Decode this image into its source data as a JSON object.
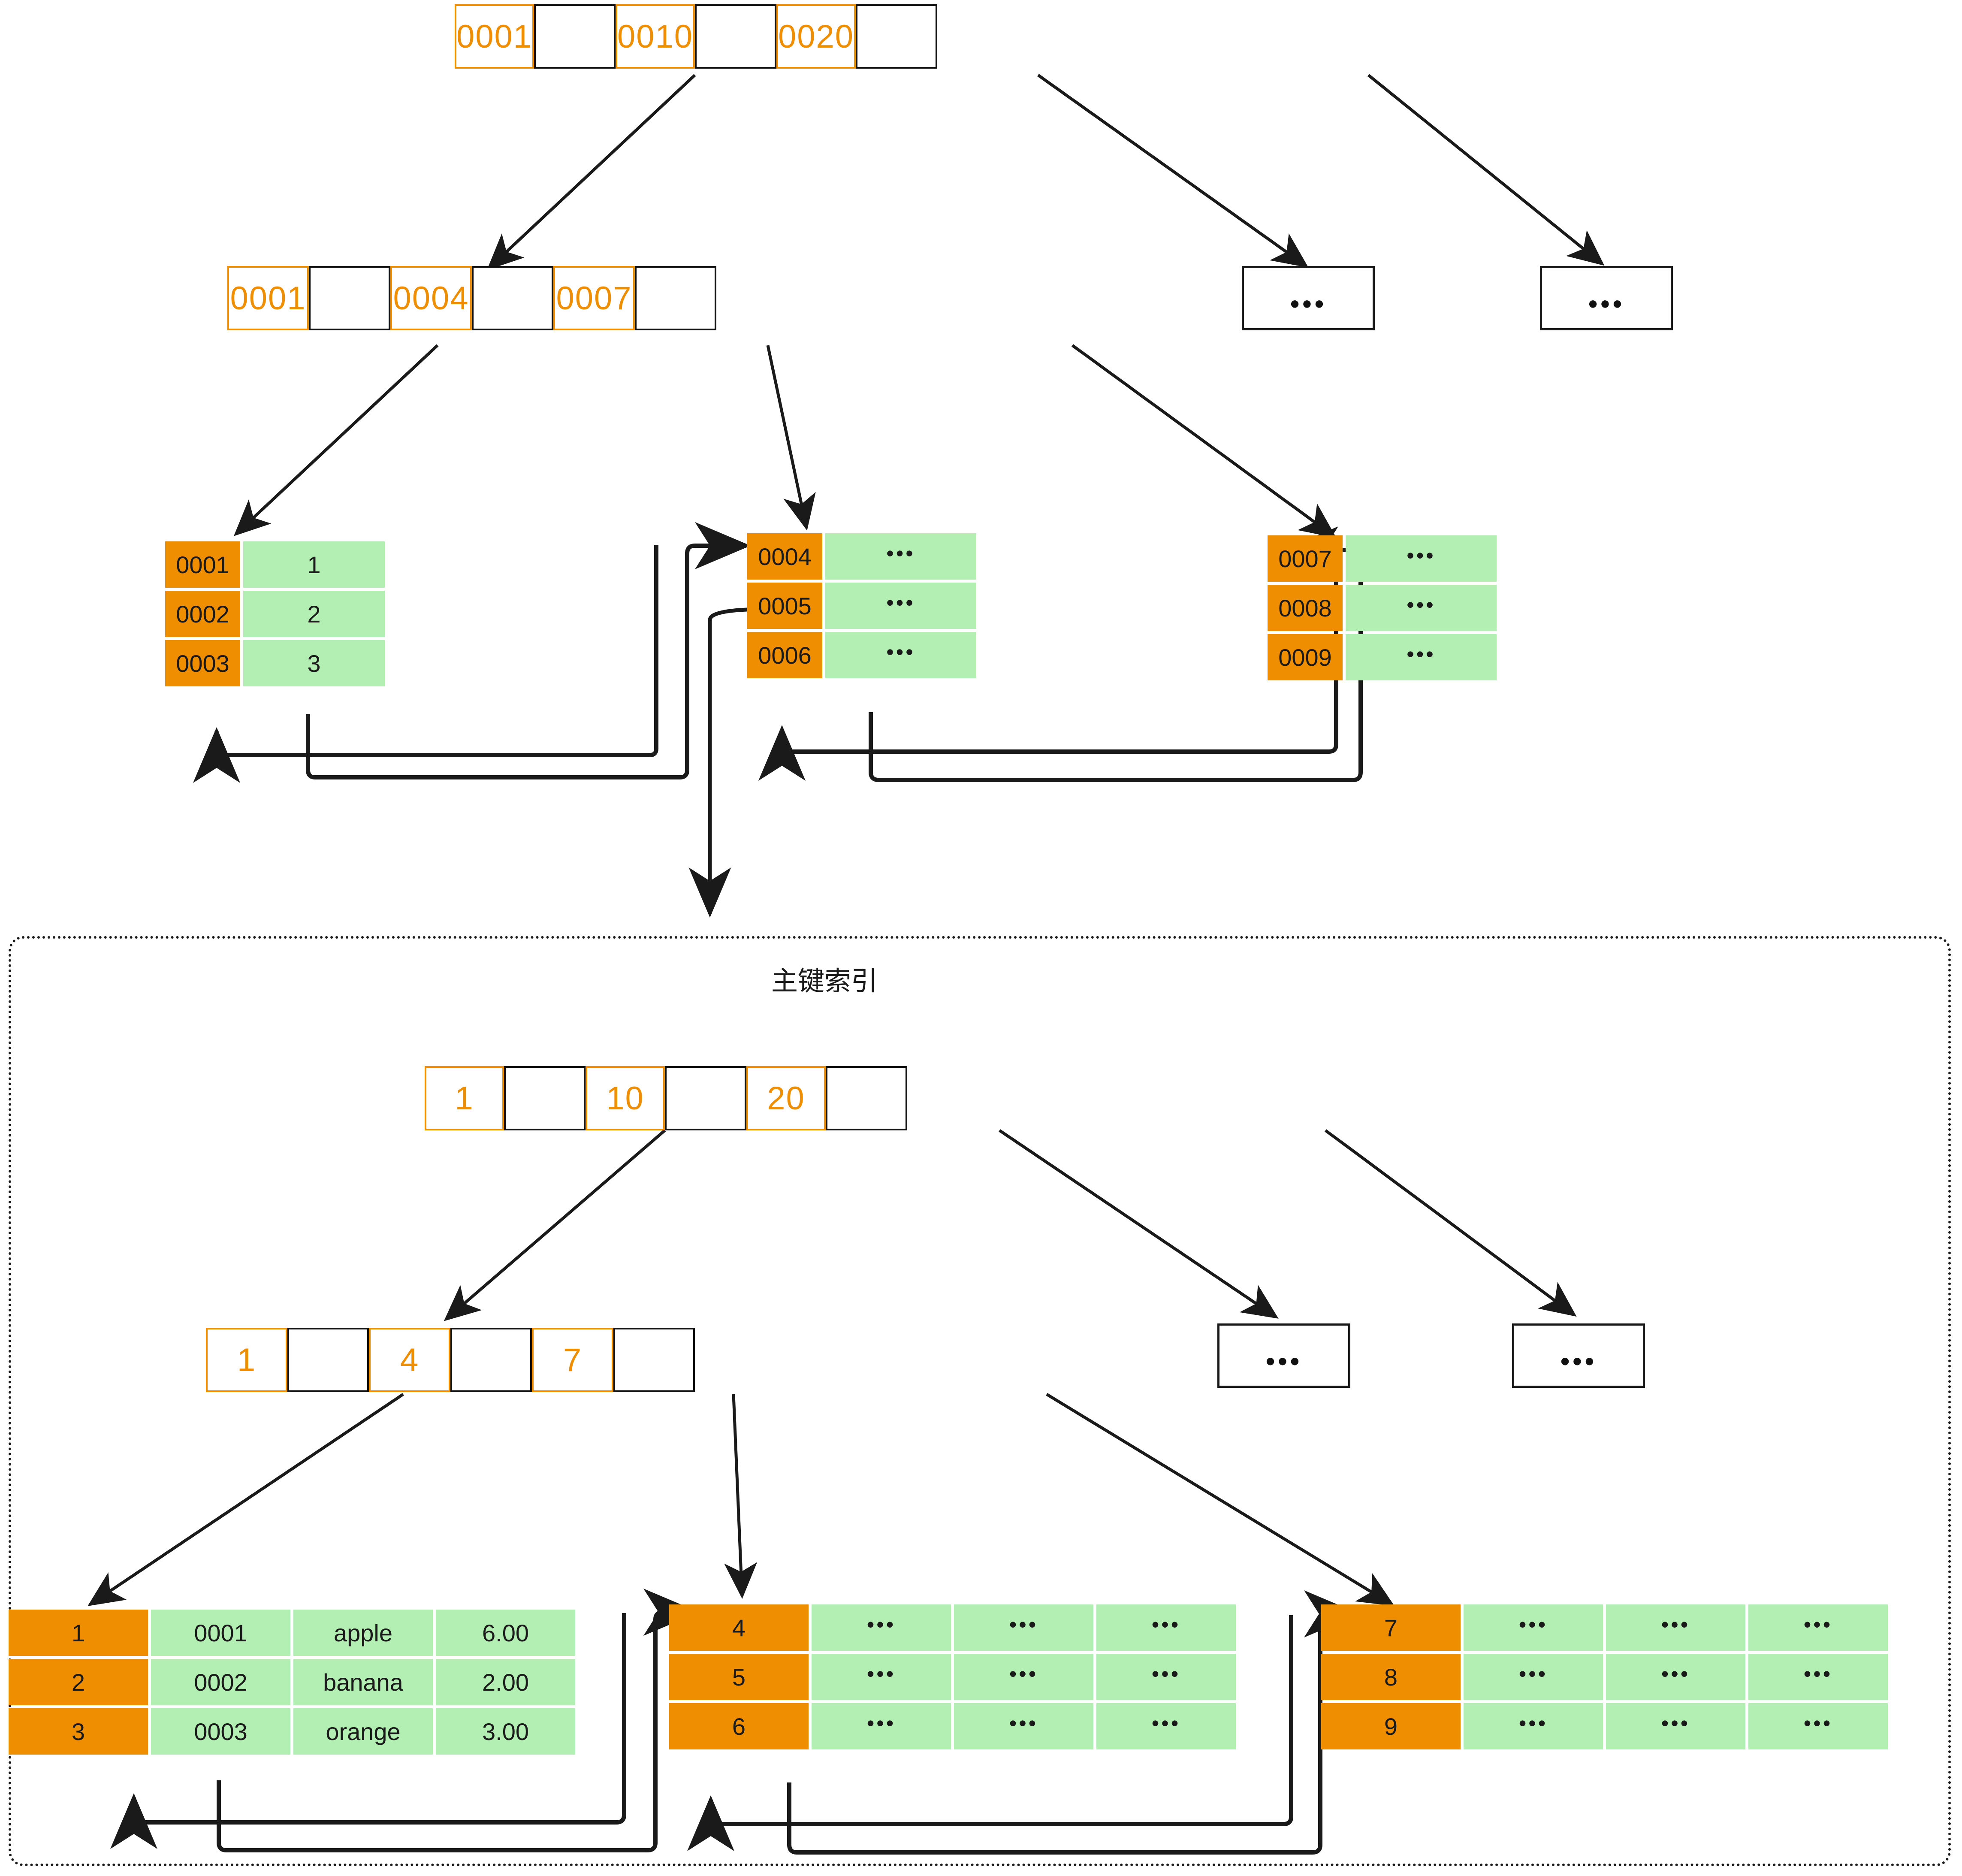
{
  "diagram": {
    "title": "主键索引",
    "colors": {
      "key_orange": "#EF8E00",
      "value_green": "#B3EFB3",
      "stroke_black": "#1a1a1a",
      "background": "#ffffff"
    },
    "ellipsis": "•••"
  },
  "secondary_index": {
    "root": {
      "cells": [
        {
          "type": "key",
          "label": "0001"
        },
        {
          "type": "pointer",
          "label": ""
        },
        {
          "type": "key",
          "label": "0010"
        },
        {
          "type": "pointer",
          "label": ""
        },
        {
          "type": "key",
          "label": "0020"
        },
        {
          "type": "pointer",
          "label": ""
        }
      ]
    },
    "branch": {
      "cells": [
        {
          "type": "key",
          "label": "0001"
        },
        {
          "type": "pointer",
          "label": ""
        },
        {
          "type": "key",
          "label": "0004"
        },
        {
          "type": "pointer",
          "label": ""
        },
        {
          "type": "key",
          "label": "0007"
        },
        {
          "type": "pointer",
          "label": ""
        }
      ]
    },
    "placeholder_nodes": [
      {
        "label": "•••"
      },
      {
        "label": "•••"
      }
    ],
    "leaves": [
      {
        "name": "leaf-0001-0003",
        "rows": [
          {
            "key": "0001",
            "values": [
              "1"
            ]
          },
          {
            "key": "0002",
            "values": [
              "2"
            ]
          },
          {
            "key": "0003",
            "values": [
              "3"
            ]
          }
        ]
      },
      {
        "name": "leaf-0004-0006",
        "rows": [
          {
            "key": "0004",
            "values": [
              "•••"
            ]
          },
          {
            "key": "0005",
            "values": [
              "•••"
            ]
          },
          {
            "key": "0006",
            "values": [
              "•••"
            ]
          }
        ]
      },
      {
        "name": "leaf-0007-0009",
        "rows": [
          {
            "key": "0007",
            "values": [
              "•••"
            ]
          },
          {
            "key": "0008",
            "values": [
              "•••"
            ]
          },
          {
            "key": "0009",
            "values": [
              "•••"
            ]
          }
        ]
      }
    ]
  },
  "primary_index": {
    "title": "主键索引",
    "root": {
      "cells": [
        {
          "type": "key",
          "label": "1"
        },
        {
          "type": "pointer",
          "label": ""
        },
        {
          "type": "key",
          "label": "10"
        },
        {
          "type": "pointer",
          "label": ""
        },
        {
          "type": "key",
          "label": "20"
        },
        {
          "type": "pointer",
          "label": ""
        }
      ]
    },
    "branch": {
      "cells": [
        {
          "type": "key",
          "label": "1"
        },
        {
          "type": "pointer",
          "label": ""
        },
        {
          "type": "key",
          "label": "4"
        },
        {
          "type": "pointer",
          "label": ""
        },
        {
          "type": "key",
          "label": "7"
        },
        {
          "type": "pointer",
          "label": ""
        }
      ]
    },
    "placeholder_nodes": [
      {
        "label": "•••"
      },
      {
        "label": "•••"
      }
    ],
    "leaves": [
      {
        "name": "leaf-1-3",
        "rows": [
          {
            "key": "1",
            "values": [
              "0001",
              "apple",
              "6.00"
            ]
          },
          {
            "key": "2",
            "values": [
              "0002",
              "banana",
              "2.00"
            ]
          },
          {
            "key": "3",
            "values": [
              "0003",
              "orange",
              "3.00"
            ]
          }
        ]
      },
      {
        "name": "leaf-4-6",
        "rows": [
          {
            "key": "4",
            "values": [
              "•••",
              "•••",
              "•••"
            ]
          },
          {
            "key": "5",
            "values": [
              "•••",
              "•••",
              "•••"
            ]
          },
          {
            "key": "6",
            "values": [
              "•••",
              "•••",
              "•••"
            ]
          }
        ]
      },
      {
        "name": "leaf-7-9",
        "rows": [
          {
            "key": "7",
            "values": [
              "•••",
              "•••",
              "•••"
            ]
          },
          {
            "key": "8",
            "values": [
              "•••",
              "•••",
              "•••"
            ]
          },
          {
            "key": "9",
            "values": [
              "•••",
              "•••",
              "•••"
            ]
          }
        ]
      }
    ]
  }
}
